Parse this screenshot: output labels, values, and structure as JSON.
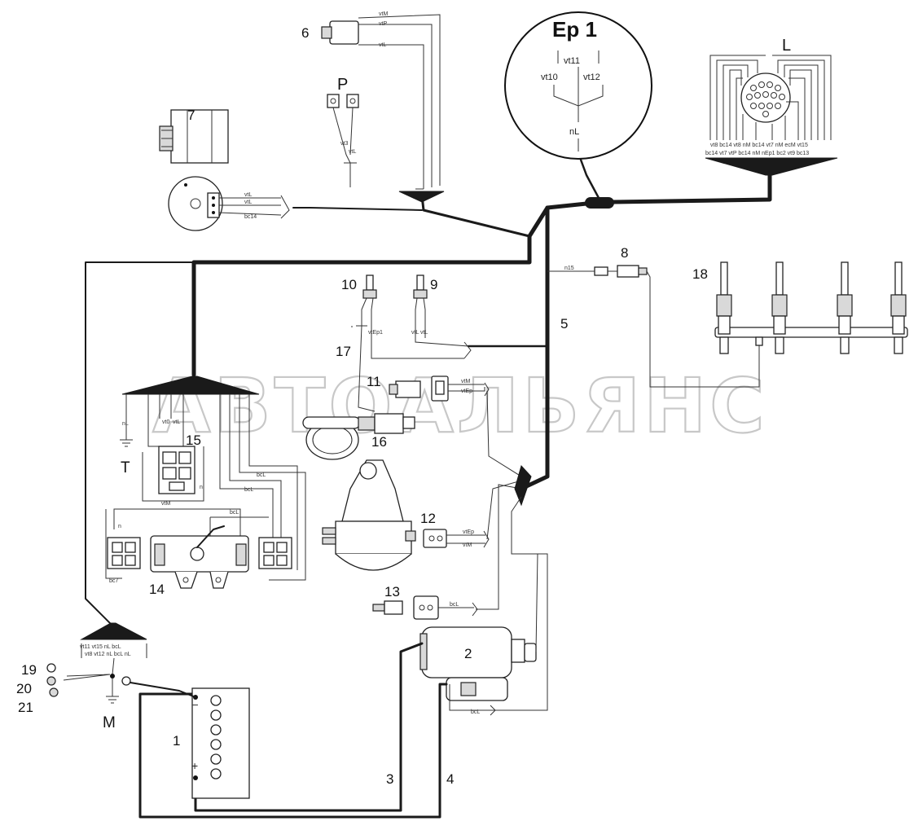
{
  "watermark": "АВТОАЛЬЯНС",
  "components": {
    "c1": "1",
    "c2": "2",
    "c3": "3",
    "c4": "4",
    "c5": "5",
    "c6": "6",
    "c7": "7",
    "c8": "8",
    "c9": "9",
    "c10": "10",
    "c11": "11",
    "c12": "12",
    "c13": "13",
    "c14": "14",
    "c15": "15",
    "c16": "16",
    "c17": "17",
    "c18": "18",
    "c19": "19",
    "c20": "20",
    "c21": "21",
    "P": "P",
    "L": "L",
    "T": "T",
    "M": "M"
  },
  "ep1": {
    "title": "Ep 1",
    "vt11": "vt11",
    "vt10": "vt10",
    "vt12": "vt12",
    "nL": "nL"
  },
  "battery": {
    "minus": "−",
    "plus": "+"
  },
  "wire_labels": {
    "c6_top": "vtM",
    "c6_mid": "vtP",
    "c6_low": "vtL",
    "p_a": "vt3",
    "p_b": "vtL",
    "c7_a": "vtL",
    "c7_b": "vtL",
    "c7_c": "bc14",
    "c8": "n15",
    "c10": "vtEp1",
    "c9": "vtL vtL",
    "c11_a": "vtM",
    "c11_b": "vtEp",
    "c12_a": "vtEp",
    "c12_b": "vtM",
    "c13": "bcL",
    "c2": "bcL",
    "t_wire": "nL",
    "c15_a": "vt0",
    "c15_b": "vtL",
    "c15_m": "vtM",
    "c15_r1": "bcL",
    "c15_r2": "bcL",
    "c15_r3": "bcL",
    "c14_bl": "bc7",
    "c14_n1": "n",
    "c14_n2": "n",
    "m_row1": "vt11 vt15 nL bcL",
    "m_row2": "vt8 vt12 nL bcL nL",
    "l_row1": "vt8 bc14 vt8 nM bc14 vt7 nM ecM vt15",
    "l_row2": "bc14 vt7 vtP bc14 nM nEp1 bc2 vt9 bc13"
  }
}
